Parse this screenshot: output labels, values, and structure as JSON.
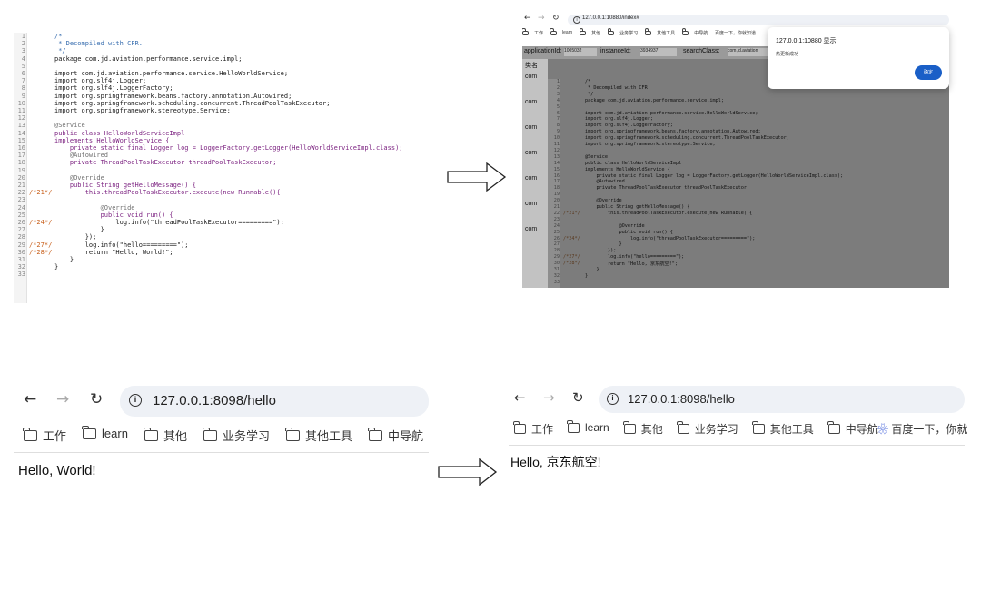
{
  "left_code": {
    "lines": [
      {
        "n": "1",
        "t": "/*",
        "c": "cm"
      },
      {
        "n": "2",
        "t": " * Decompiled with CFR.",
        "c": "cm"
      },
      {
        "n": "3",
        "t": " */",
        "c": "cm"
      },
      {
        "n": "4",
        "t": "package com.jd.aviation.performance.service.impl;",
        "c": "pk"
      },
      {
        "n": "5",
        "t": "",
        "c": ""
      },
      {
        "n": "6",
        "t": "import com.jd.aviation.performance.service.HelloWorldService;",
        "c": "pk"
      },
      {
        "n": "7",
        "t": "import org.slf4j.Logger;",
        "c": "pk"
      },
      {
        "n": "8",
        "t": "import org.slf4j.LoggerFactory;",
        "c": "pk"
      },
      {
        "n": "9",
        "t": "import org.springframework.beans.factory.annotation.Autowired;",
        "c": "pk"
      },
      {
        "n": "10",
        "t": "import org.springframework.scheduling.concurrent.ThreadPoolTaskExecutor;",
        "c": "pk"
      },
      {
        "n": "11",
        "t": "import org.springframework.stereotype.Service;",
        "c": "pk"
      },
      {
        "n": "12",
        "t": "",
        "c": ""
      },
      {
        "n": "13",
        "t": "@Service",
        "c": "an"
      },
      {
        "n": "14",
        "t": "public class HelloWorldServiceImpl",
        "c": "kw"
      },
      {
        "n": "15",
        "t": "implements HelloWorldService {",
        "c": "kw"
      },
      {
        "n": "16",
        "t": "    private static final Logger log = LoggerFactory.getLogger(HelloWorldServiceImpl.class);",
        "c": "kw"
      },
      {
        "n": "17",
        "t": "    @Autowired",
        "c": "an"
      },
      {
        "n": "18",
        "t": "    private ThreadPoolTaskExecutor threadPoolTaskExecutor;",
        "c": "kw"
      },
      {
        "n": "19",
        "t": "",
        "c": ""
      },
      {
        "n": "20",
        "t": "    @Override",
        "c": "an"
      },
      {
        "n": "21",
        "t": "    public String getHelloMessage() {",
        "c": "kw"
      },
      {
        "n": "22",
        "t": "        this.threadPoolTaskExecutor.execute(new Runnable(){",
        "c": "kw"
      },
      {
        "n": "23",
        "t": "",
        "c": ""
      },
      {
        "n": "24",
        "t": "            @Override",
        "c": "an"
      },
      {
        "n": "25",
        "t": "            public void run() {",
        "c": "kw"
      },
      {
        "n": "26",
        "t": "                log.info(\"threadPoolTaskExecutor=========\");",
        "c": "str"
      },
      {
        "n": "27",
        "t": "            }",
        "c": ""
      },
      {
        "n": "28",
        "t": "        });",
        "c": ""
      },
      {
        "n": "29",
        "t": "        log.info(\"hello=========\");",
        "c": "str"
      },
      {
        "n": "30",
        "t": "        return \"Hello, World!\";",
        "c": "str"
      },
      {
        "n": "31",
        "t": "    }",
        "c": ""
      },
      {
        "n": "32",
        "t": "}",
        "c": ""
      },
      {
        "n": "33",
        "t": "",
        "c": ""
      }
    ],
    "markers": [
      {
        "line": 22,
        "t": "/*21*/"
      },
      {
        "line": 26,
        "t": "/*24*/"
      },
      {
        "line": 29,
        "t": "/*27*/"
      },
      {
        "line": 30,
        "t": "/*28*/"
      }
    ]
  },
  "right_code": {
    "lines": [
      {
        "n": "1",
        "t": "/*",
        "c": "cm"
      },
      {
        "n": "2",
        "t": " * Decompiled with CFR.",
        "c": "cm"
      },
      {
        "n": "3",
        "t": " */",
        "c": "cm"
      },
      {
        "n": "4",
        "t": "package com.jd.aviation.performance.service.impl;",
        "c": "pk"
      },
      {
        "n": "5",
        "t": "",
        "c": ""
      },
      {
        "n": "6",
        "t": "import com.jd.aviation.performance.service.HelloWorldService;",
        "c": "pk"
      },
      {
        "n": "7",
        "t": "import org.slf4j.Logger;",
        "c": "pk"
      },
      {
        "n": "8",
        "t": "import org.slf4j.LoggerFactory;",
        "c": "pk"
      },
      {
        "n": "9",
        "t": "import org.springframework.beans.factory.annotation.Autowired;",
        "c": "pk"
      },
      {
        "n": "10",
        "t": "import org.springframework.scheduling.concurrent.ThreadPoolTaskExecutor;",
        "c": "pk"
      },
      {
        "n": "11",
        "t": "import org.springframework.stereotype.Service;",
        "c": "pk"
      },
      {
        "n": "12",
        "t": "",
        "c": ""
      },
      {
        "n": "13",
        "t": "@Service",
        "c": "an"
      },
      {
        "n": "14",
        "t": "public class HelloWorldServiceImpl",
        "c": "kw"
      },
      {
        "n": "15",
        "t": "implements HelloWorldService {",
        "c": "kw"
      },
      {
        "n": "16",
        "t": "    private static final Logger log = LoggerFactory.getLogger(HelloWorldServiceImpl.class);",
        "c": "kw"
      },
      {
        "n": "17",
        "t": "    @Autowired",
        "c": "an"
      },
      {
        "n": "18",
        "t": "    private ThreadPoolTaskExecutor threadPoolTaskExecutor;",
        "c": "kw"
      },
      {
        "n": "19",
        "t": "",
        "c": ""
      },
      {
        "n": "20",
        "t": "    @Override",
        "c": "an"
      },
      {
        "n": "21",
        "t": "    public String getHelloMessage() {",
        "c": "kw"
      },
      {
        "n": "22",
        "t": "        this.threadPoolTaskExecutor.execute(new Runnable(){",
        "c": "kw"
      },
      {
        "n": "23",
        "t": "",
        "c": ""
      },
      {
        "n": "24",
        "t": "            @Override",
        "c": "an"
      },
      {
        "n": "25",
        "t": "            public void run() {",
        "c": "kw"
      },
      {
        "n": "26",
        "t": "                log.info(\"threadPoolTaskExecutor=========\");",
        "c": "str"
      },
      {
        "n": "27",
        "t": "            }",
        "c": ""
      },
      {
        "n": "28",
        "t": "        });",
        "c": ""
      },
      {
        "n": "29",
        "t": "        log.info(\"hello=========\");",
        "c": "str"
      },
      {
        "n": "30",
        "t": "        return \"Hello, 京东航空!\";",
        "c": "str"
      },
      {
        "n": "31",
        "t": "    }",
        "c": ""
      },
      {
        "n": "32",
        "t": "}",
        "c": ""
      },
      {
        "n": "33",
        "t": "",
        "c": ""
      }
    ],
    "markers": [
      {
        "line": 22,
        "t": "/*21*/"
      },
      {
        "line": 26,
        "t": "/*24*/"
      },
      {
        "line": 29,
        "t": "/*27*/"
      },
      {
        "line": 30,
        "t": "/*28*/"
      }
    ]
  },
  "mini_browser": {
    "url": "127.0.0.1:10880/index#",
    "bookmarks": [
      "工作",
      "learn",
      "其他",
      "业务学习",
      "其他工具",
      "中导航",
      "百度一下，你就知道"
    ],
    "toolbar": {
      "app_label": "applicationId:",
      "app_value": "1005032",
      "inst_label": "instanceId:",
      "inst_value": "3934937",
      "search_label": "searchClass:",
      "search_value": "com.jd.aviation"
    },
    "side_rows": [
      "类名",
      "com",
      "com",
      "com",
      "com",
      "com",
      "com",
      "com"
    ],
    "dialog_title": "127.0.0.1:10880 显示",
    "dialog_message": "热更新成功",
    "dialog_ok": "确定"
  },
  "browser_left": {
    "url": "127.0.0.1:8098/hello",
    "bookmarks": [
      "工作",
      "learn",
      "其他",
      "业务学习",
      "其他工具",
      "中导航"
    ],
    "content": "Hello, World!"
  },
  "browser_right": {
    "url": "127.0.0.1:8098/hello",
    "bookmarks": [
      "工作",
      "learn",
      "其他",
      "业务学习",
      "其他工具",
      "中导航"
    ],
    "baidu": "百度一下，你就",
    "content": "Hello, 京东航空!"
  },
  "colors": {
    "url_bg": "#eef1f6",
    "dialog_button": "#1a5fc7",
    "marker": "#c8601c",
    "keyword": "#7a1f7f",
    "string": "#2a7a1e"
  }
}
